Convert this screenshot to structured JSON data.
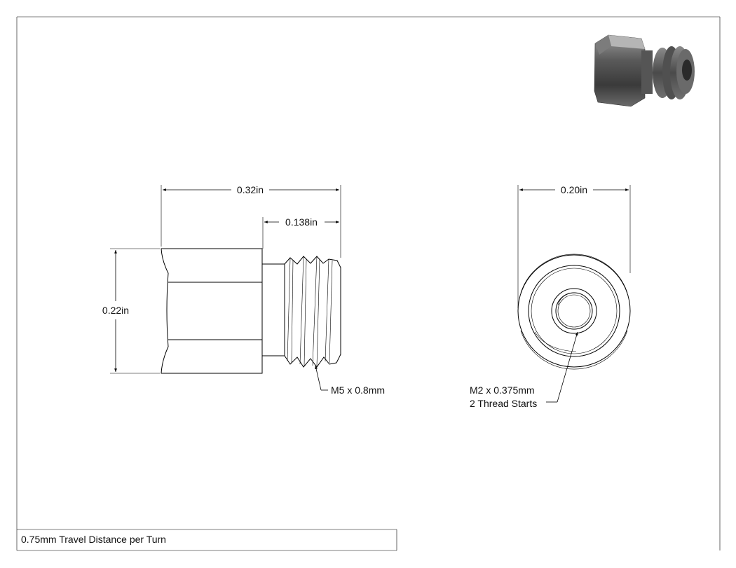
{
  "drawing": {
    "footer_note": "0.75mm Travel Distance per Turn",
    "side_view": {
      "overall_length": "0.32in",
      "thread_length": "0.138in",
      "height": "0.22in",
      "thread_callout": "M5 x 0.8mm"
    },
    "end_view": {
      "diameter": "0.20in",
      "thread_callout_line1": "M2 x 0.375mm",
      "thread_callout_line2": "2 Thread Starts"
    }
  }
}
